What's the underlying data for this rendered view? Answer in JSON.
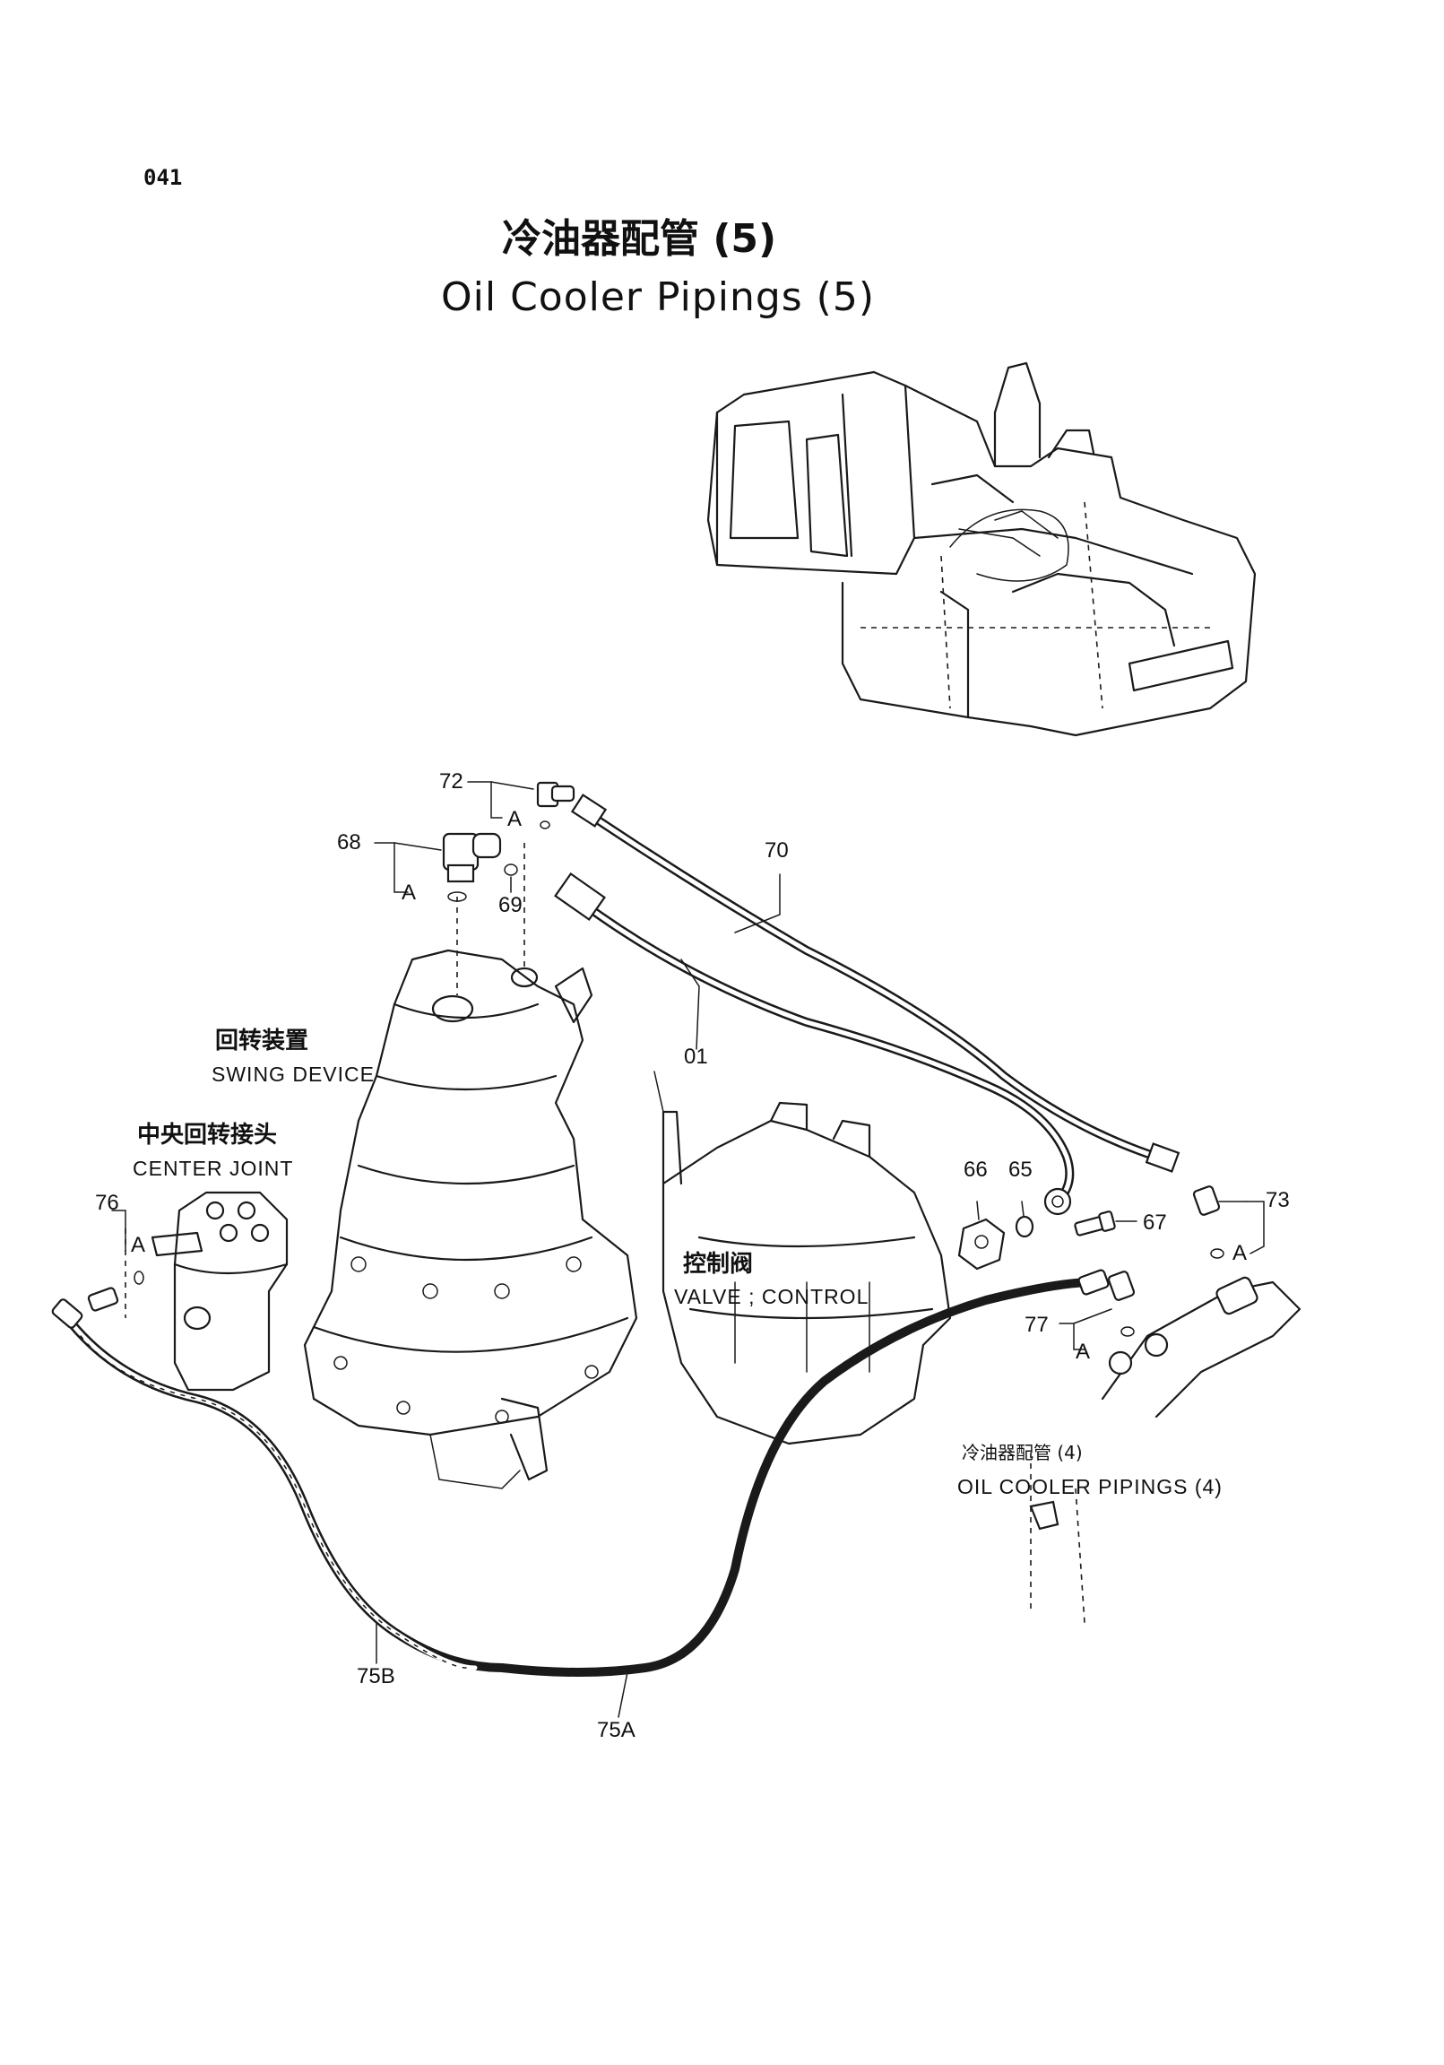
{
  "page_number": "041",
  "title_cn": "冷油器配管 (5)",
  "title_en": "Oil Cooler Pipings (5)",
  "components": {
    "swing_device": {
      "cn": "回转装置",
      "en": "SWING DEVICE"
    },
    "center_joint": {
      "cn": "中央回转接头",
      "en": "CENTER JOINT"
    },
    "control_valve": {
      "cn": "控制阀",
      "en": "VALVE ; CONTROL"
    },
    "oil_cooler_4": {
      "cn": "冷油器配管 (4)",
      "en": "OIL COOLER PIPINGS (4)"
    }
  },
  "callouts": {
    "p72": "72",
    "p68": "68",
    "p69": "69",
    "p70": "70",
    "p01": "01",
    "p66": "66",
    "p65": "65",
    "p67": "67",
    "p73": "73",
    "p76": "76",
    "p77": "77",
    "p75b": "75B",
    "p75a": "75A"
  },
  "detail_marks": {
    "a72": "A",
    "a68": "A",
    "a73": "A",
    "a76": "A",
    "a77": "A"
  }
}
